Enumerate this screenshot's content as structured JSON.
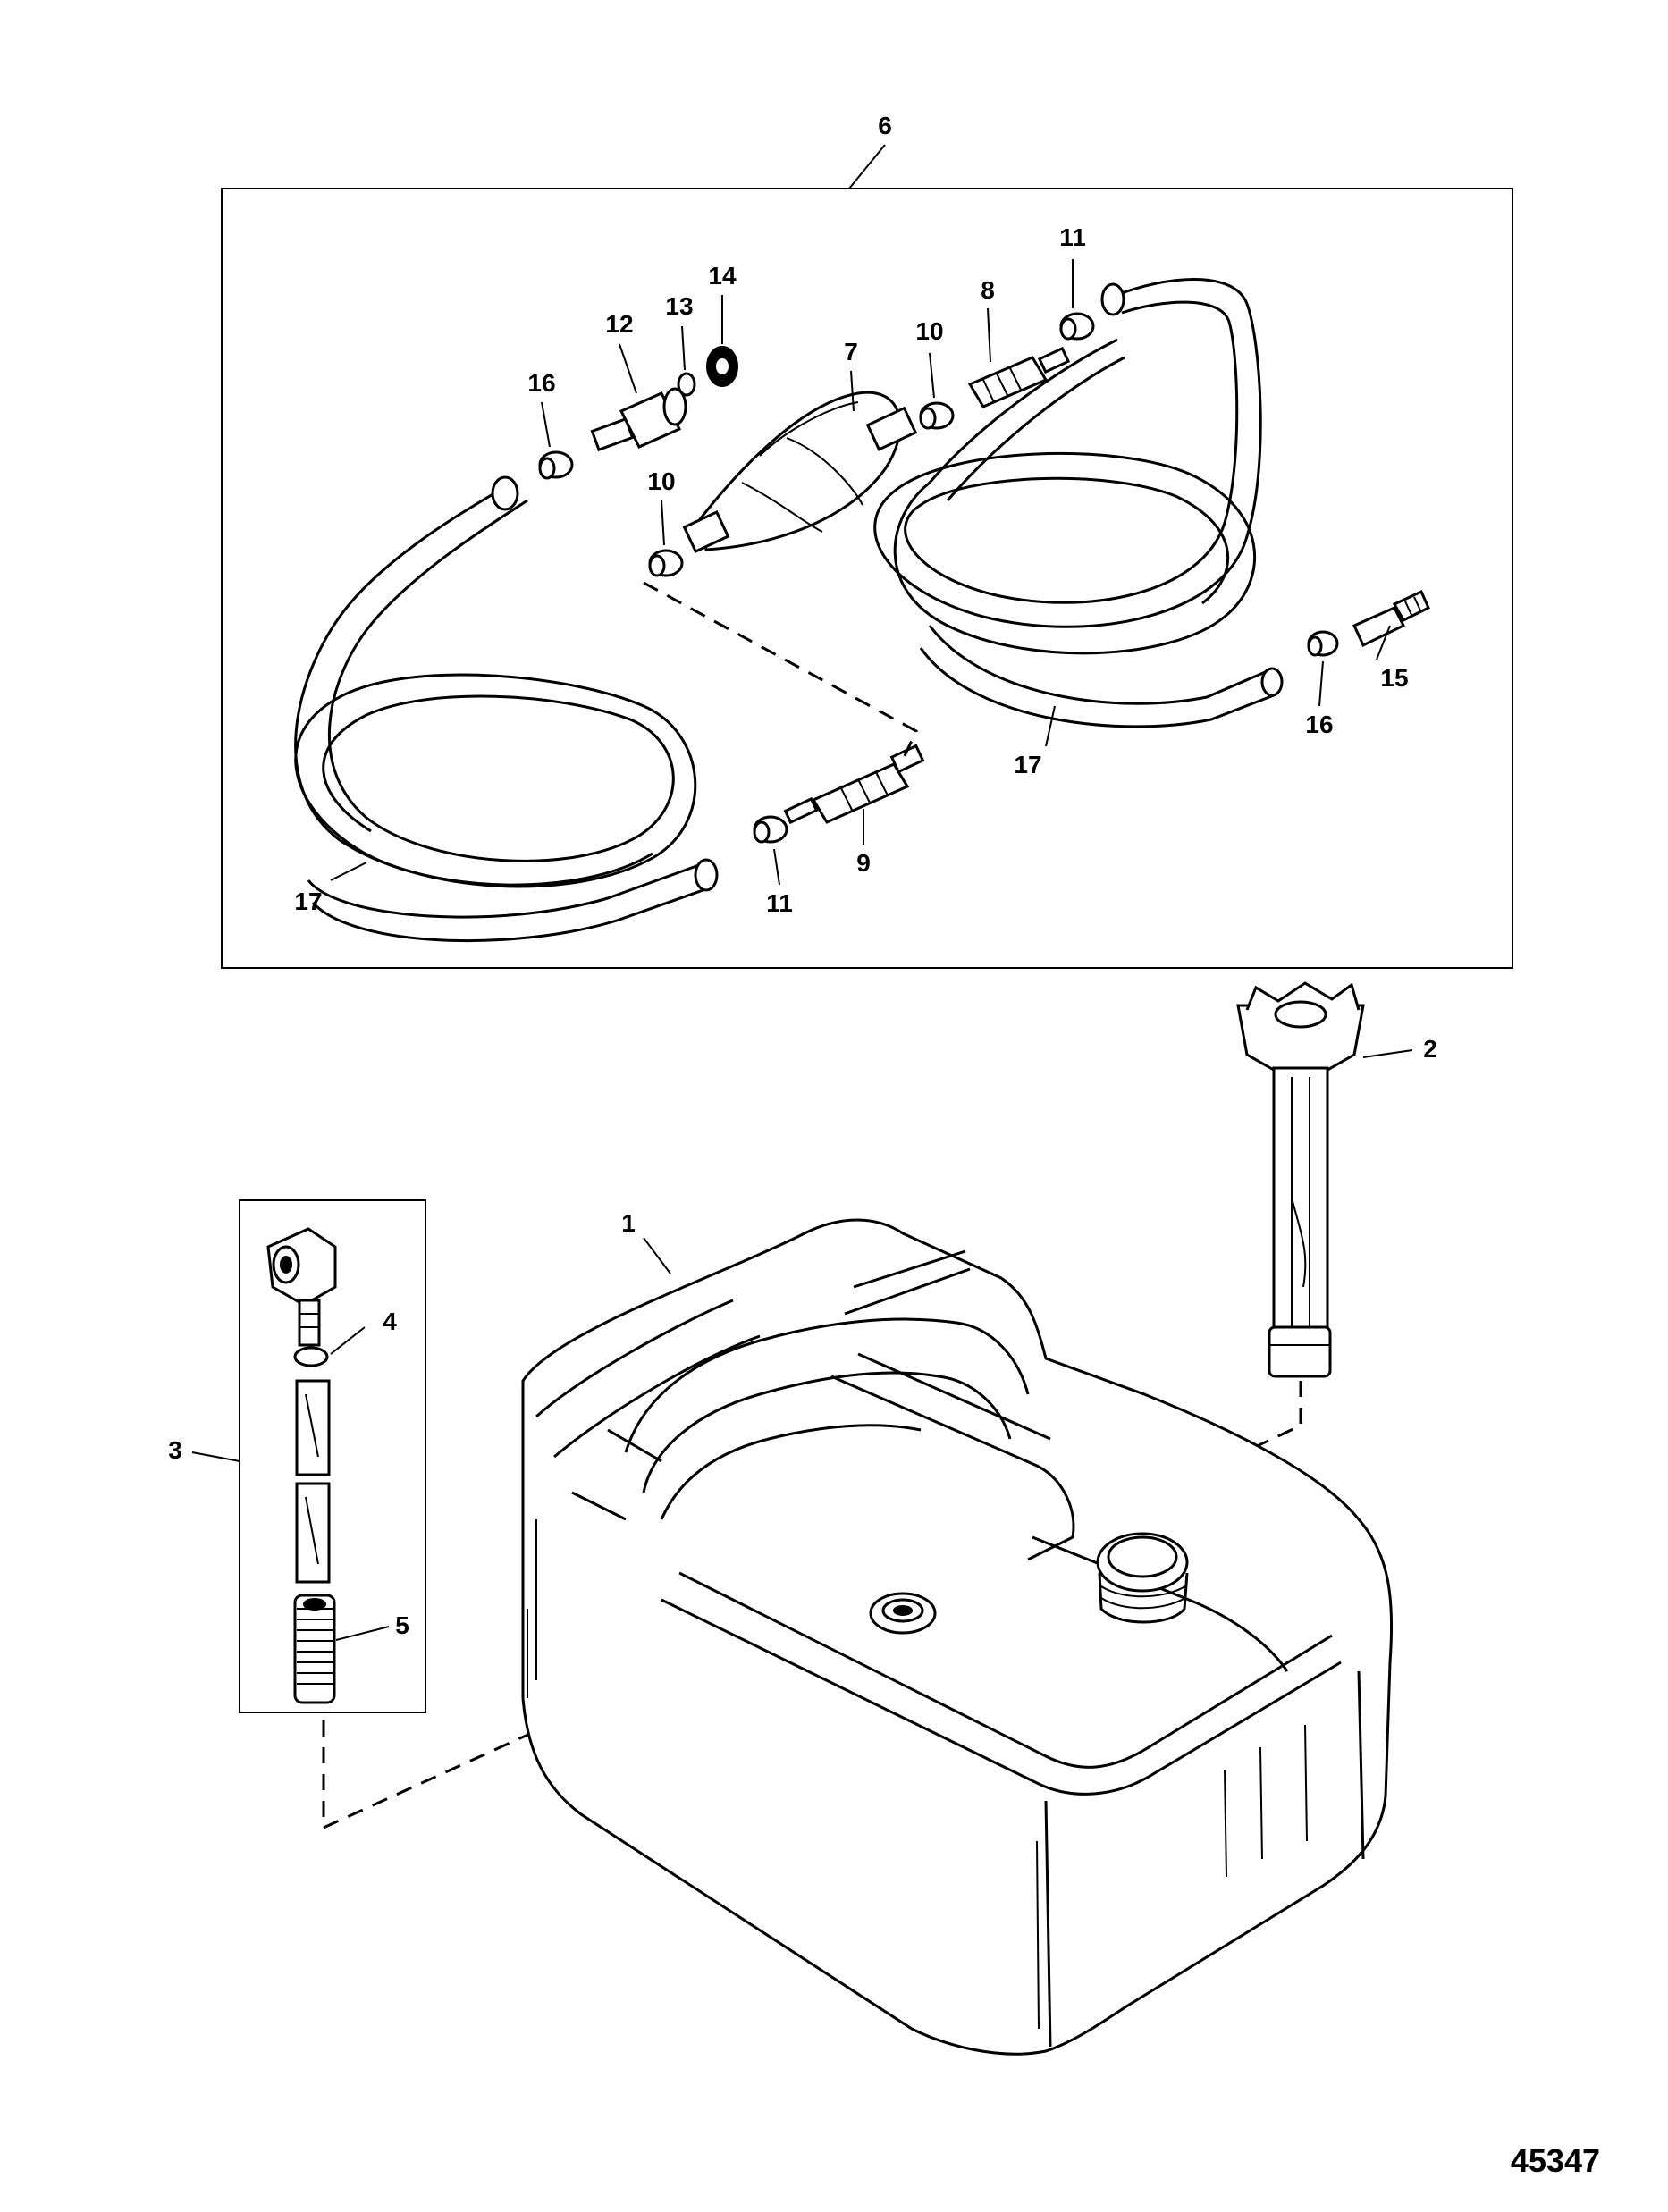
{
  "diagram": {
    "callouts": [
      {
        "id": "c6",
        "label": "6"
      },
      {
        "id": "c11a",
        "label": "11"
      },
      {
        "id": "c14",
        "label": "14"
      },
      {
        "id": "c8",
        "label": "8"
      },
      {
        "id": "c12",
        "label": "12"
      },
      {
        "id": "c13",
        "label": "13"
      },
      {
        "id": "c10a",
        "label": "10"
      },
      {
        "id": "c7",
        "label": "7"
      },
      {
        "id": "c16a",
        "label": "16"
      },
      {
        "id": "c10b",
        "label": "10"
      },
      {
        "id": "c15",
        "label": "15"
      },
      {
        "id": "c16b",
        "label": "16"
      },
      {
        "id": "c17a",
        "label": "17"
      },
      {
        "id": "c9",
        "label": "9"
      },
      {
        "id": "c11b",
        "label": "11"
      },
      {
        "id": "c17b",
        "label": "17"
      },
      {
        "id": "c2",
        "label": "2"
      },
      {
        "id": "c1",
        "label": "1"
      },
      {
        "id": "c4",
        "label": "4"
      },
      {
        "id": "c3",
        "label": "3"
      },
      {
        "id": "c5",
        "label": "5"
      }
    ],
    "figure_number": "45347"
  }
}
